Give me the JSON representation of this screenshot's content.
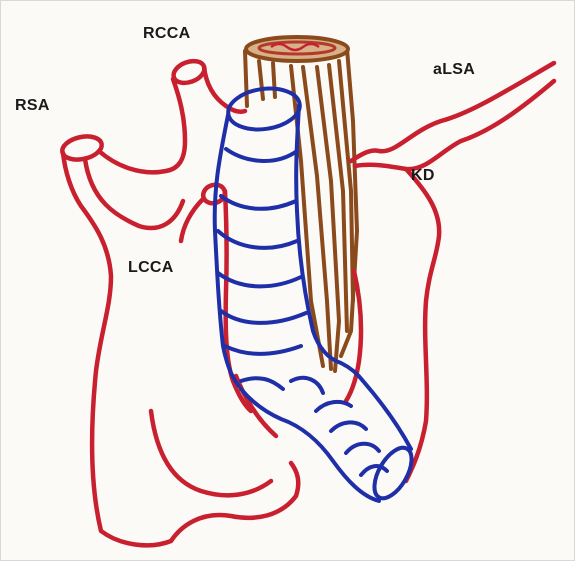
{
  "labels": {
    "rcca": "RCCA",
    "rsa": "RSA",
    "alsa": "aLSA",
    "kd": "KD",
    "lcca": "LCCA"
  },
  "colors": {
    "artery": "#c8202f",
    "vein": "#1f2fa8",
    "trachea": "#8b4a1c",
    "trachea_cut": "#d8b08a",
    "background": "#fbfaf7"
  },
  "icons": {
    "artery": "red-vessel-outline",
    "vein": "blue-vessel-outline",
    "trachea": "brown-striped-tube"
  }
}
